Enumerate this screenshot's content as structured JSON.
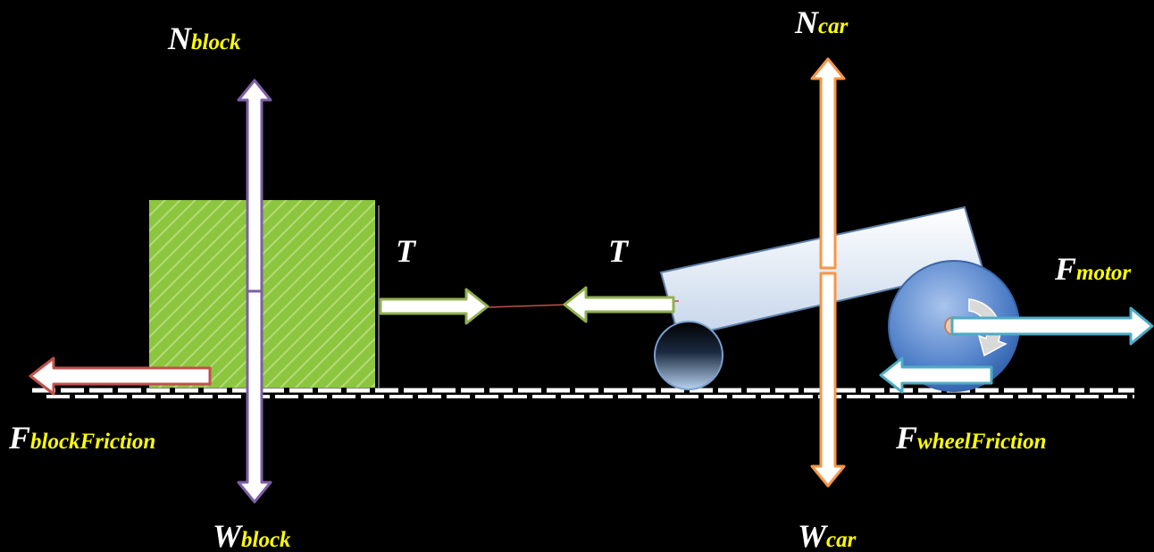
{
  "labels": {
    "n_block": {
      "main": "N",
      "sub": "block"
    },
    "w_block": {
      "main": "W",
      "sub": "block"
    },
    "n_car": {
      "main": "N",
      "sub": "car"
    },
    "w_car": {
      "main": "W",
      "sub": "car"
    },
    "t_left": {
      "main": "T"
    },
    "t_right": {
      "main": "T"
    },
    "f_motor": {
      "main": "F",
      "sub": "motor"
    },
    "f_block_friction": {
      "main": "F",
      "sub": "blockFriction"
    },
    "f_wheel_friction": {
      "main": "F",
      "sub": "wheelFriction"
    }
  },
  "colors": {
    "background": "#000000",
    "label_main": "#ffffff",
    "label_sub": "#ffff00",
    "block_fill": "#8cc63f",
    "block_hatch": "#b5db7a",
    "block_vertical_arrow": "#7d5fa6",
    "car_vertical_arrow": "#f79646",
    "tension_arrow": "#92b050",
    "block_friction_arrow": "#c0504d",
    "motor_arrow": "#4bacc6",
    "wheel_friction_arrow": "#4bacc6",
    "car_body": "#dce6f2",
    "rope": "#c0504d",
    "ground_dash": "#ffffff"
  }
}
